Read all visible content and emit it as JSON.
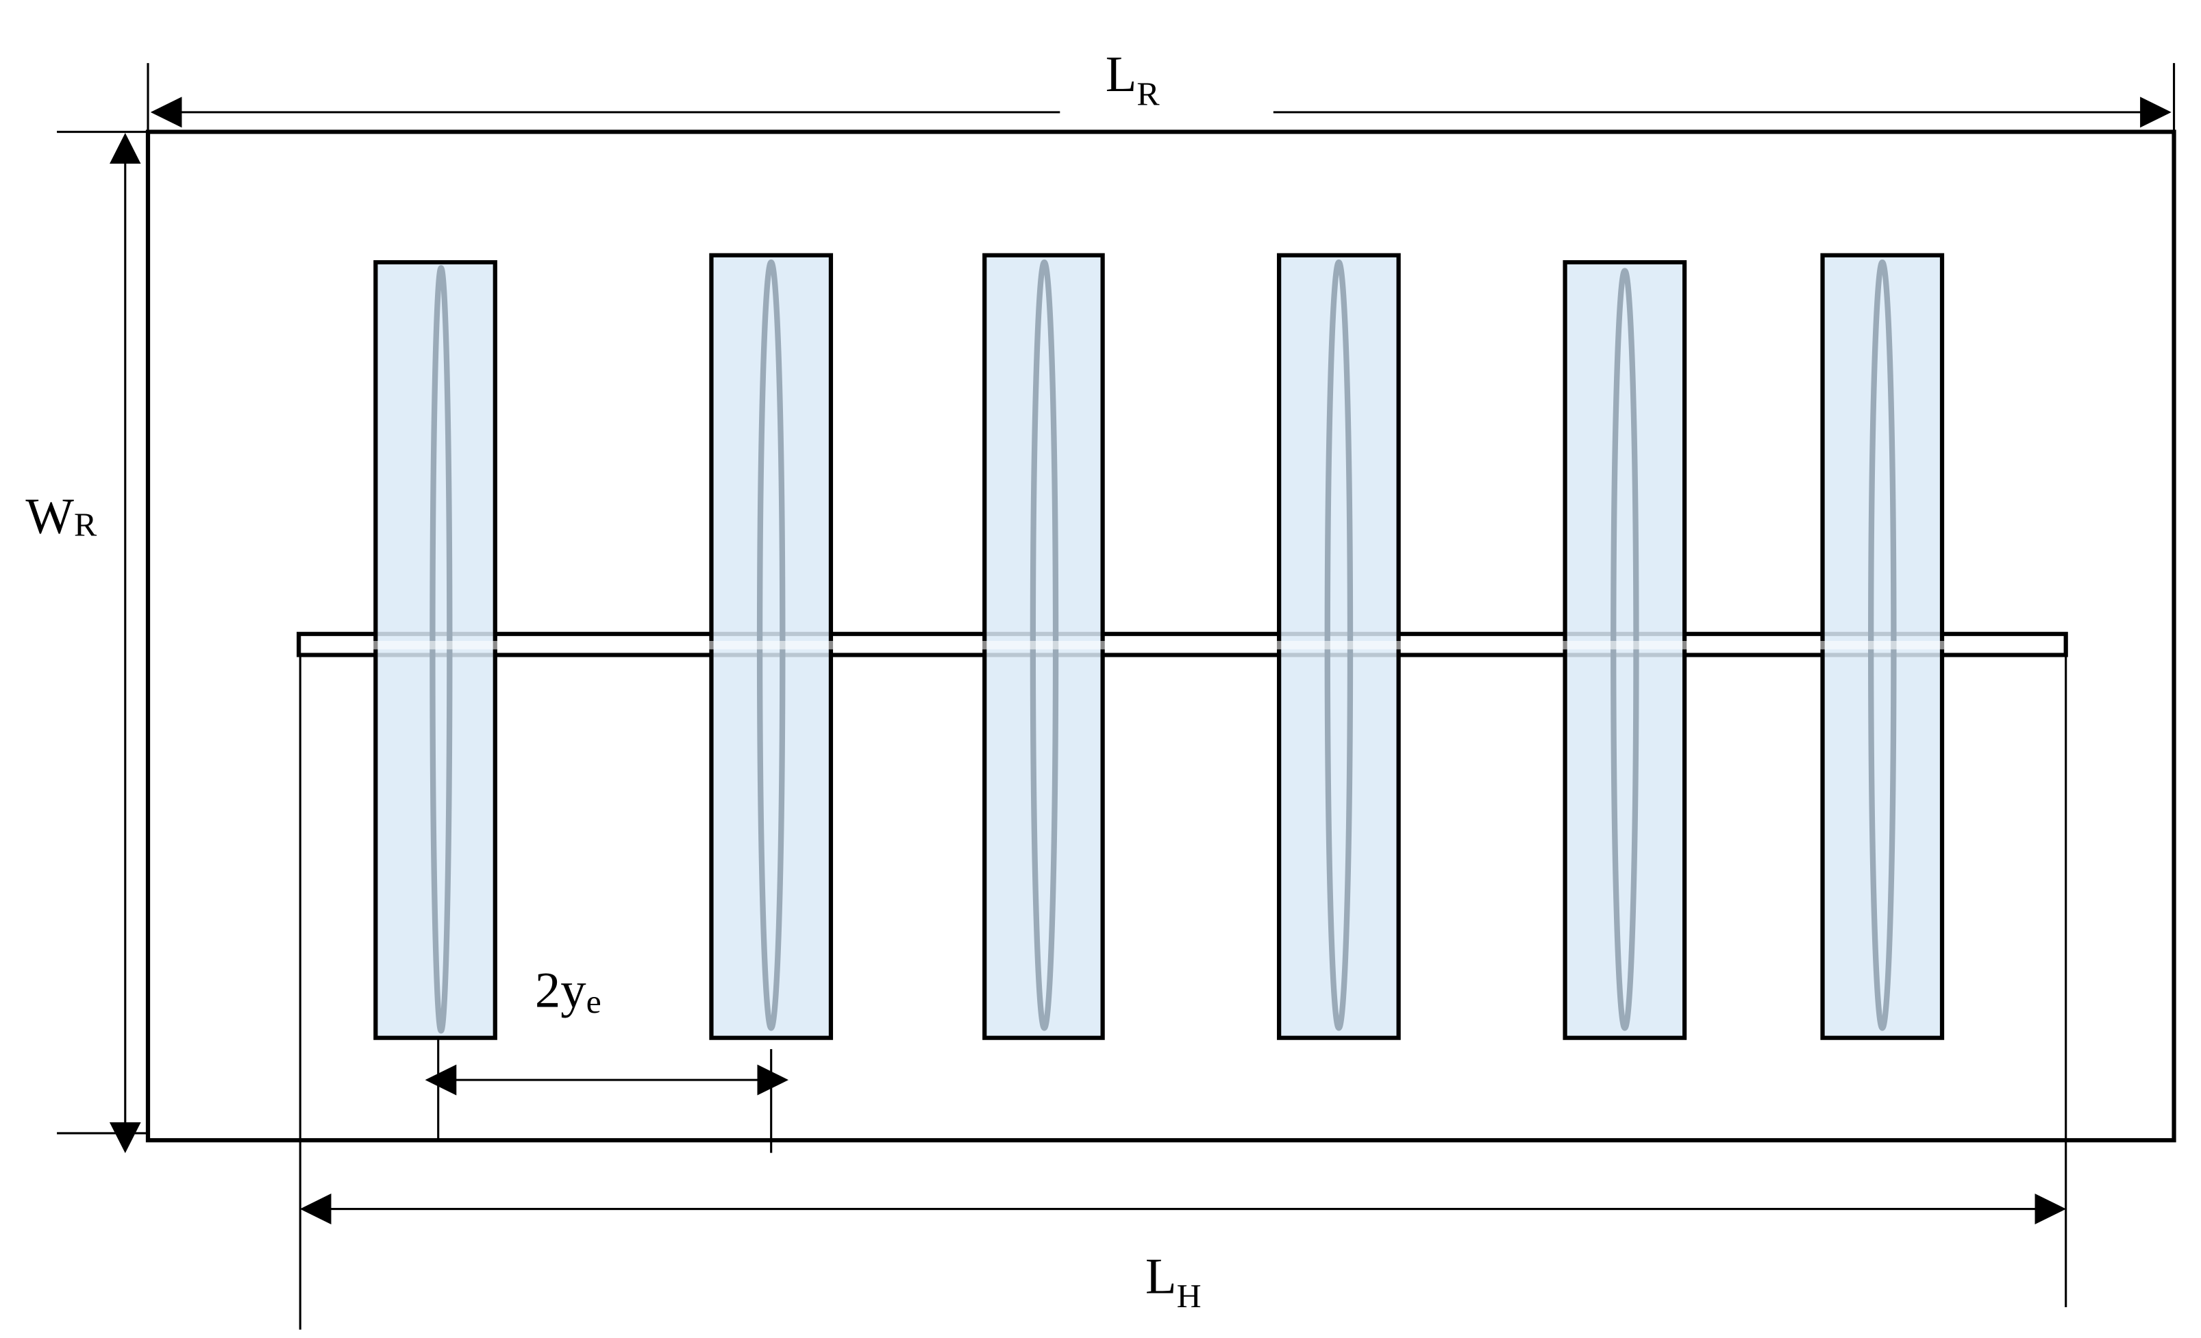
{
  "labels": {
    "reservoir_length": {
      "main": "L",
      "sub": "R"
    },
    "reservoir_width": {
      "main": "W",
      "sub": "R"
    },
    "wellbore_length": {
      "main": "L",
      "sub": "H"
    },
    "fracture_spacing": {
      "main": "2y",
      "sub": "e"
    }
  },
  "fracture_count": 6,
  "colors": {
    "line": "#000000",
    "fracture_fill": "#dbeaf7",
    "fracture_core": "#9aaab8",
    "background": "#ffffff"
  }
}
